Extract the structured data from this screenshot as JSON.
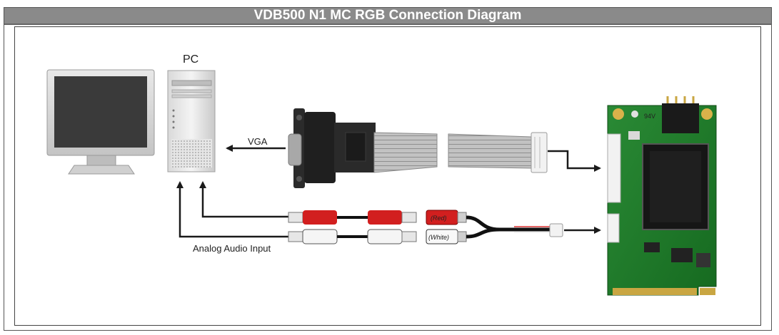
{
  "title": "VDB500 N1 MC RGB Connection Diagram",
  "labels": {
    "pc": "PC",
    "vga": "VGA",
    "analog_audio_input": "Analog Audio Input",
    "red": "(Red)",
    "white": "(White)",
    "chip_marking": "94V"
  },
  "colors": {
    "title_bar": "#8a8a8a",
    "pcb_green": "#1f7a2a",
    "rca_red": "#d21f1f",
    "rca_white": "#f2f2f2",
    "ribbon": "#b8b8b8",
    "arrow": "#1a1a1a"
  },
  "icons": [
    "monitor-icon",
    "pc-tower-icon",
    "vga-connector-icon",
    "ribbon-cable-icon",
    "rca-plug-icon",
    "mini-pcie-card-icon"
  ]
}
